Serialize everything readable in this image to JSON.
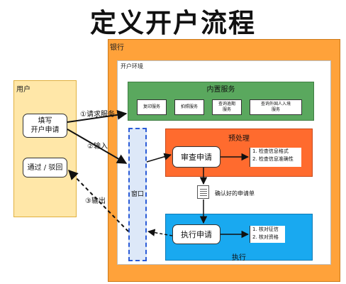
{
  "title": "定义开户流程",
  "bank": {
    "label": "银行"
  },
  "environment": {
    "label": "开户环境"
  },
  "user": {
    "label": "用户",
    "fill_form": "填写\n开户申请",
    "result": "通过 / 驳回"
  },
  "services": {
    "title": "内置服务",
    "items": [
      "复印服务",
      "拍照服务",
      "查询逾期\n服务",
      "查询外国人入境\n服务"
    ]
  },
  "window_label": "窗口",
  "preprocess": {
    "title": "预处理",
    "task": "审查申请",
    "notes": "1. 检查信息格式\n2. 检查信息准确性"
  },
  "document_label": "确认好的申请单",
  "execute": {
    "title": "执行",
    "task": "执行申请",
    "notes": "1. 核对征信\n2. 核对资格"
  },
  "arrow_labels": {
    "request_service": "①请求服务",
    "input": "②输入",
    "output": "③输出"
  },
  "colors": {
    "bank": "#ffa23a",
    "user": "#ffe7a8",
    "services": "#5aa85e",
    "preprocess": "#ff6b2e",
    "execute": "#19a9f0",
    "window": "#dde8f8"
  }
}
